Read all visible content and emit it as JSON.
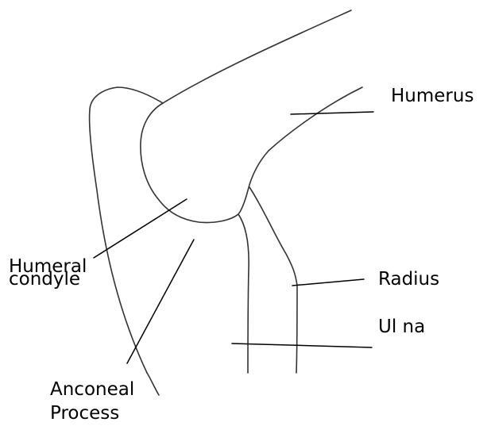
{
  "labels": {
    "humerus": "Humerus",
    "humeral_condyle_line1": "Humeral",
    "humeral_condyle_line2": "condyle",
    "radius": "Radius",
    "ulna": "Ul na",
    "anconeal_line1": "Anconeal",
    "anconeal_line2": "Process"
  },
  "colors": {
    "outline": "#333333",
    "leader": "#000000",
    "background": "#ffffff"
  }
}
